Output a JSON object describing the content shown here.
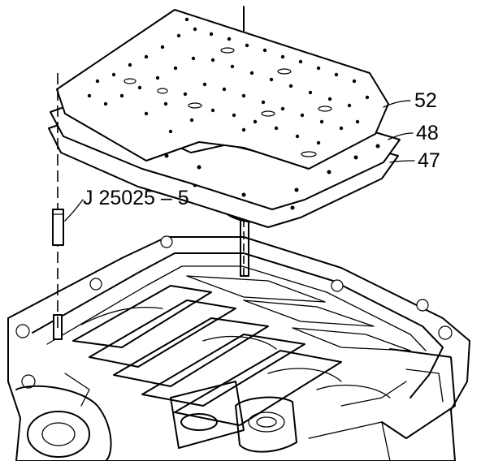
{
  "callouts": {
    "plate_52": "52",
    "gasket_48": "48",
    "gasket_47": "47",
    "tool": "J 25025 – 5"
  },
  "icons": {
    "valve_body_spacer_plate": "valve-body-spacer-plate-icon",
    "upper_gasket": "upper-gasket-icon",
    "lower_gasket": "lower-gasket-icon",
    "guide_pin_tool": "guide-pin-tool-icon",
    "transmission_case": "transmission-case-icon",
    "accumulator_housing": "accumulator-housing-icon"
  }
}
